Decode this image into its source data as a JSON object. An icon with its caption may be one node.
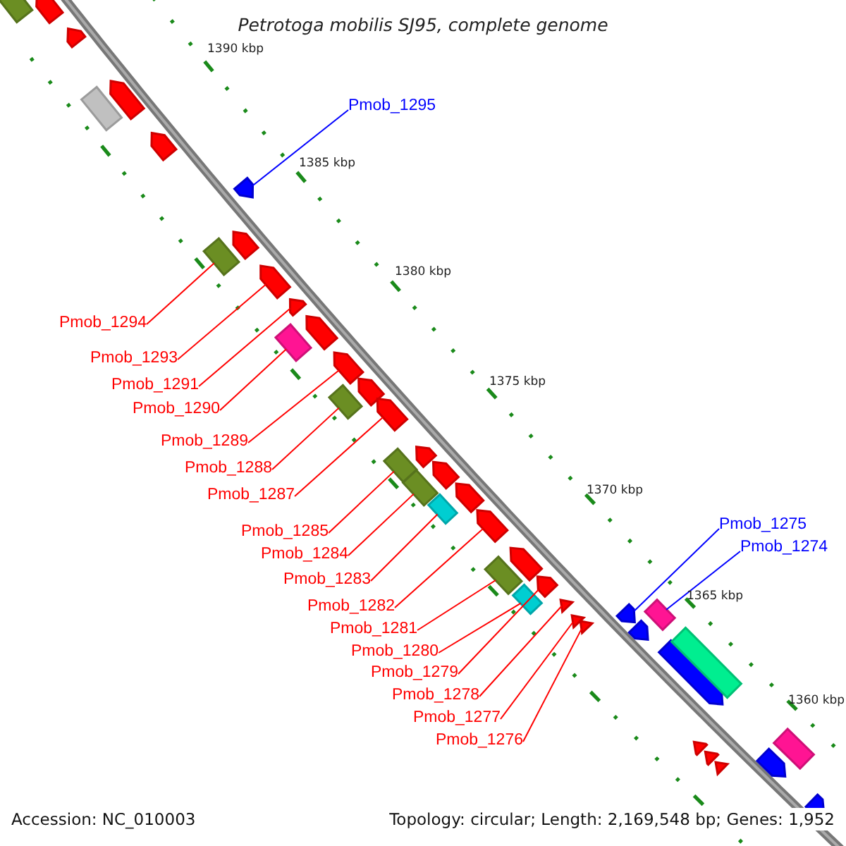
{
  "diagram": {
    "title": "Petrotoga mobilis SJ95, complete genome",
    "nodes": [
      {
        "text": [
          "Pmob_1295"
        ]
      },
      {
        "text": [
          "Pmob_1294"
        ]
      },
      {
        "text": [
          "Pmob_1293"
        ]
      },
      {
        "text": [
          "Pmob_1291"
        ]
      },
      {
        "text": [
          "Pmob_1290"
        ]
      },
      {
        "text": [
          "Pmob_1289"
        ]
      },
      {
        "text": [
          "Pmob_1288"
        ]
      },
      {
        "text": [
          "Pmob_1287"
        ]
      },
      {
        "text": [
          "Pmob_1285"
        ]
      },
      {
        "text": [
          "Pmob_1284"
        ]
      },
      {
        "text": [
          "Pmob_1283"
        ]
      },
      {
        "text": [
          "Pmob_1282"
        ]
      },
      {
        "text": [
          "Pmob_1281"
        ]
      },
      {
        "text": [
          "Pmob_1280"
        ]
      },
      {
        "text": [
          "Pmob_1279"
        ]
      },
      {
        "text": [
          "Pmob_1278"
        ]
      },
      {
        "text": [
          "Pmob_1277"
        ]
      },
      {
        "text": [
          "Pmob_1276"
        ]
      },
      {
        "text": [
          "Pmob_1275"
        ]
      },
      {
        "text": [
          "Pmob_1274"
        ]
      },
      {
        "text": [],
        "shape": "box"
      },
      {
        "text": [],
        "shape": "arrow"
      },
      {
        "text": [],
        "shape": "arrow"
      },
      {
        "text": [],
        "shape": "box"
      },
      {
        "text": [],
        "shape": "arrow"
      },
      {
        "text": [],
        "shape": "arrow"
      },
      {
        "text": [],
        "shape": "arrow"
      },
      {
        "text": [],
        "shape": "box"
      },
      {
        "text": [],
        "shape": "arrow"
      },
      {
        "text": [],
        "shape": "arrow"
      },
      {
        "text": [],
        "shape": "arrow"
      },
      {
        "text": [],
        "shape": "box"
      },
      {
        "text": [],
        "shape": "arrow"
      },
      {
        "text": [],
        "shape": "arrow"
      },
      {
        "text": [],
        "shape": "box"
      },
      {
        "text": [],
        "shape": "arrow"
      },
      {
        "text": [],
        "shape": "arrow"
      },
      {
        "text": [],
        "shape": "box"
      },
      {
        "text": [],
        "shape": "arrow"
      },
      {
        "text": [],
        "shape": "box"
      },
      {
        "text": [],
        "shape": "arrow"
      },
      {
        "text": [],
        "shape": "box"
      },
      {
        "text": [],
        "shape": "arrow"
      },
      {
        "text": [],
        "shape": "arrow"
      },
      {
        "text": [],
        "shape": "box"
      },
      {
        "text": [],
        "shape": "arrow"
      },
      {
        "text": [],
        "shape": "box"
      },
      {
        "text": [],
        "shape": "arrow"
      },
      {
        "text": [],
        "shape": "arrow"
      },
      {
        "text": [],
        "shape": "arrow"
      },
      {
        "text": [],
        "shape": "arrow"
      },
      {
        "text": [],
        "shape": "arrow"
      },
      {
        "text": [],
        "shape": "box"
      },
      {
        "text": [],
        "shape": "arrow"
      },
      {
        "text": [],
        "shape": "arrow"
      },
      {
        "text": [],
        "shape": "box"
      },
      {
        "text": [],
        "shape": "arrow"
      },
      {
        "text": [],
        "shape": "arrow"
      },
      {
        "text": [],
        "shape": "arrow"
      },
      {
        "text": [],
        "shape": "arrow"
      },
      {
        "text": [],
        "shape": "box"
      },
      {
        "text": [],
        "shape": "arrow"
      }
    ],
    "edges": [
      {
        "from": 0,
        "to": 26,
        "arrow": "none",
        "color": "#0000ff"
      },
      {
        "from": 1,
        "to": 27,
        "arrow": "none"
      },
      {
        "from": 2,
        "to": 29,
        "arrow": "none"
      },
      {
        "from": 3,
        "to": 30,
        "arrow": "none"
      },
      {
        "from": 4,
        "to": 31,
        "arrow": "none"
      },
      {
        "from": 5,
        "to": 33,
        "arrow": "none"
      },
      {
        "from": 6,
        "to": 34,
        "arrow": "none"
      },
      {
        "from": 7,
        "to": 36,
        "arrow": "none"
      },
      {
        "from": 8,
        "to": 37,
        "arrow": "none"
      },
      {
        "from": 9,
        "to": 39,
        "arrow": "none"
      },
      {
        "from": 10,
        "to": 41,
        "arrow": "none"
      },
      {
        "from": 11,
        "to": 43,
        "arrow": "none"
      },
      {
        "from": 12,
        "to": 44,
        "arrow": "none"
      },
      {
        "from": 13,
        "to": 46,
        "arrow": "none"
      },
      {
        "from": 14,
        "to": 47,
        "arrow": "none"
      },
      {
        "from": 15,
        "to": 48,
        "arrow": "none"
      },
      {
        "from": 16,
        "to": 49,
        "arrow": "none"
      },
      {
        "from": 17,
        "to": 50,
        "arrow": "none"
      },
      {
        "from": 18,
        "to": 51,
        "arrow": "none",
        "color": "#0000ff"
      },
      {
        "from": 19,
        "to": 52,
        "arrow": "none",
        "color": "#0000ff"
      }
    ],
    "labels": [
      "1390 kbp",
      "1385 kbp",
      "1380 kbp",
      "1375 kbp",
      "1370 kbp",
      "1365 kbp",
      "1360 kbp",
      "Accession: NC_010003",
      "Topology: circular; Length: 2,169,548 bp; Genes: 1,952"
    ]
  }
}
